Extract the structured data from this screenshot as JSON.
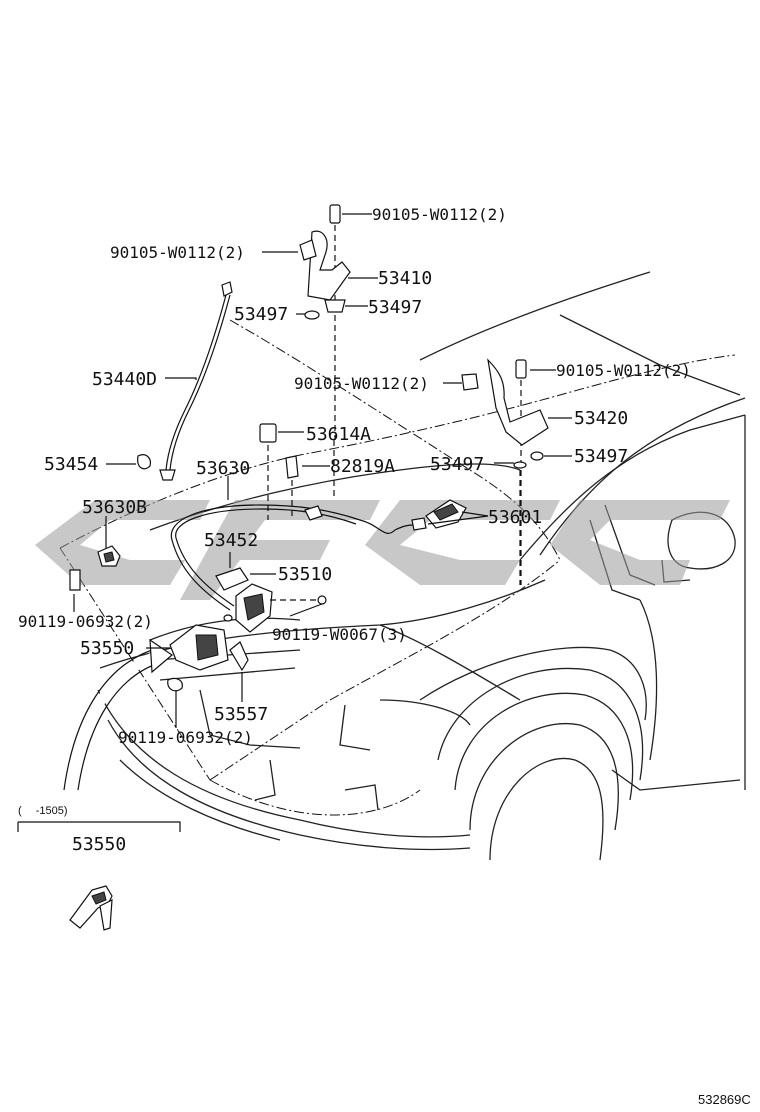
{
  "labels": {
    "bolt_hinge_top": "90105-W0112(2)",
    "bolt_hinge_left": "90105-W0112(2)",
    "hinge_left": "53410",
    "cushion_a": "53497",
    "cushion_b": "53497",
    "support_rod": "53440D",
    "bolt_hinge_right_left": "90105-W0112(2)",
    "bolt_hinge_right_top": "90105-W0112(2)",
    "hinge_right": "53420",
    "clip": "53614A",
    "seal": "82819A",
    "cushion_c": "53497",
    "cushion_d": "53497",
    "holder": "53454",
    "cable": "53630",
    "lever": "53601",
    "cable_clamp": "53630B",
    "lock_bracket": "53452",
    "lock_assy": "53510",
    "bolt_left": "90119-06932(2)",
    "bolt_lock": "90119-W0067(3)",
    "support_sub": "53550",
    "catch": "53557",
    "bolt_bottom": "90119-06932(2)",
    "range": "(　 -1505)",
    "inset_part": "53550",
    "diagram_code": "532869C"
  },
  "icons": {
    "watermark": "cfc-watermark-logo"
  },
  "colors": {
    "ink": "#111111",
    "watermark": "#9a9a9a",
    "background": "#ffffff"
  }
}
